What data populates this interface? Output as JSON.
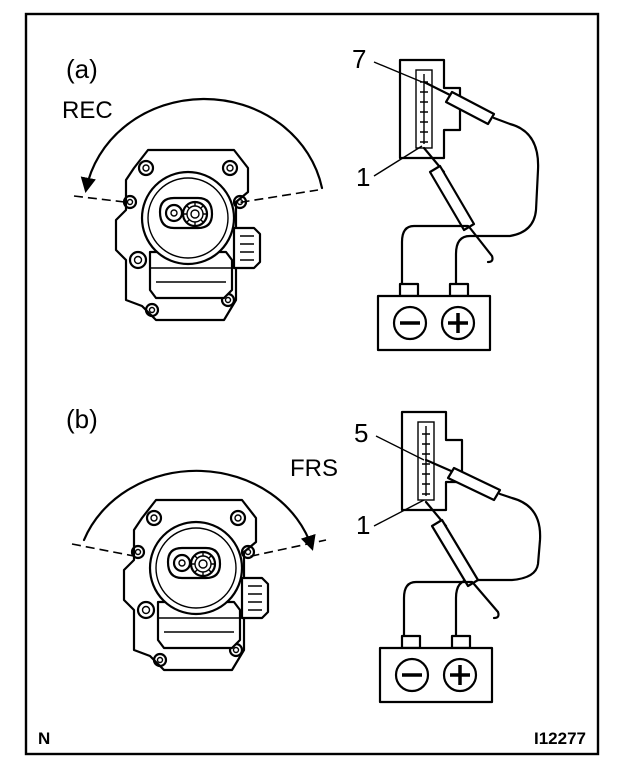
{
  "panel_a": {
    "label": "(a)",
    "direction": "REC",
    "terminal_top": "7",
    "terminal_bottom": "1"
  },
  "panel_b": {
    "label": "(b)",
    "direction": "FRS",
    "terminal_top": "5",
    "terminal_bottom": "1"
  },
  "battery": {
    "negative_symbol": "−",
    "positive_symbol": "+"
  },
  "footer": {
    "corner_mark": "N",
    "figure_code": "I12277"
  }
}
